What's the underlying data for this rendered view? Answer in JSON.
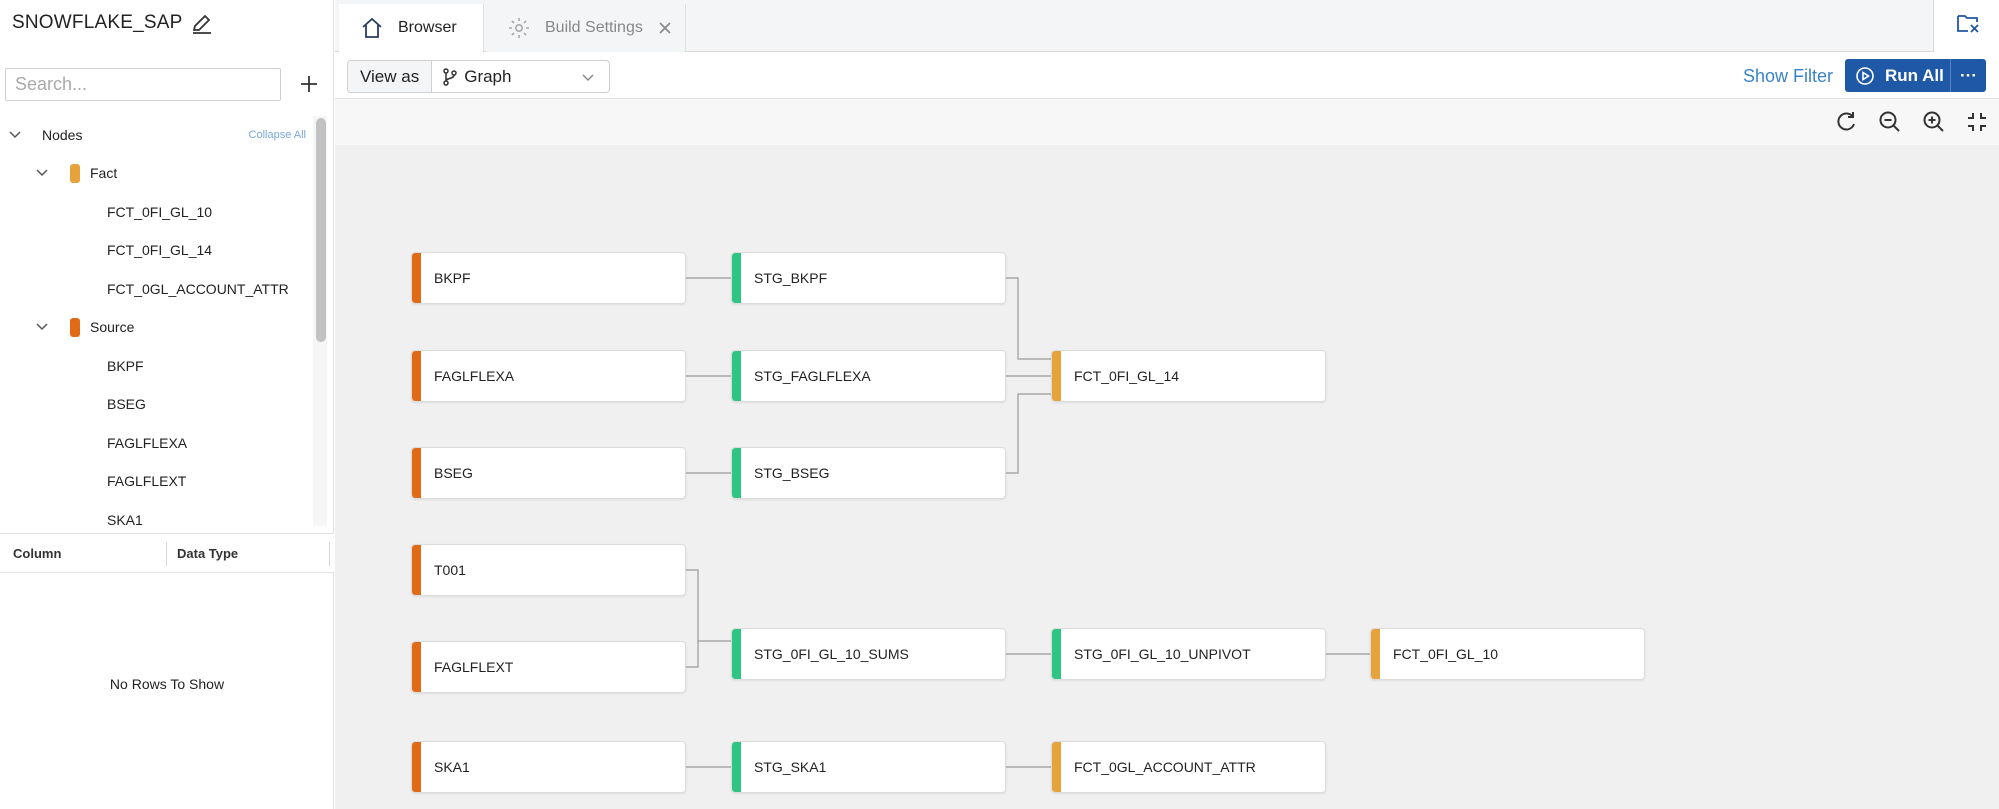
{
  "project": {
    "title": "SNOWFLAKE_SAP"
  },
  "search": {
    "placeholder": "Search..."
  },
  "tree": {
    "root_label": "Nodes",
    "collapse_all": "Collapse All",
    "fact_label": "Fact",
    "fact_items": [
      "FCT_0FI_GL_10",
      "FCT_0FI_GL_14",
      "FCT_0GL_ACCOUNT_ATTR"
    ],
    "source_label": "Source",
    "source_items": [
      "BKPF",
      "BSEG",
      "FAGLFLEXA",
      "FAGLFLEXT",
      "SKA1"
    ]
  },
  "columns": {
    "col1": "Column",
    "col2": "Data Type",
    "empty": "No Rows To Show"
  },
  "tabs": [
    {
      "label": "Browser",
      "icon": "home-icon"
    },
    {
      "label": "Build Settings",
      "icon": "gear-icon"
    }
  ],
  "toolbar": {
    "view_as_label": "View as",
    "view_as_value": "Graph",
    "show_filter": "Show Filter",
    "run_all": "Run All",
    "more": "···"
  },
  "colors": {
    "source": "#e16a17",
    "stage": "#2ec582",
    "fact": "#e6a33c",
    "primary": "#1f58a6",
    "link": "#3b83c9"
  },
  "graph": {
    "nodes": [
      {
        "id": "bkpf",
        "label": "BKPF",
        "kind": "source"
      },
      {
        "id": "faglflexa",
        "label": "FAGLFLEXA",
        "kind": "source"
      },
      {
        "id": "bseg",
        "label": "BSEG",
        "kind": "source"
      },
      {
        "id": "t001",
        "label": "T001",
        "kind": "source"
      },
      {
        "id": "faglflext",
        "label": "FAGLFLEXT",
        "kind": "source"
      },
      {
        "id": "ska1",
        "label": "SKA1",
        "kind": "source"
      },
      {
        "id": "stg_bkpf",
        "label": "STG_BKPF",
        "kind": "stage"
      },
      {
        "id": "stg_faglflexa",
        "label": "STG_FAGLFLEXA",
        "kind": "stage"
      },
      {
        "id": "stg_bseg",
        "label": "STG_BSEG",
        "kind": "stage"
      },
      {
        "id": "stg_sums",
        "label": "STG_0FI_GL_10_SUMS",
        "kind": "stage"
      },
      {
        "id": "stg_ska1",
        "label": "STG_SKA1",
        "kind": "stage"
      },
      {
        "id": "fct14",
        "label": "FCT_0FI_GL_14",
        "kind": "fact"
      },
      {
        "id": "stg_unpivot",
        "label": "STG_0FI_GL_10_UNPIVOT",
        "kind": "stage"
      },
      {
        "id": "fct_attr",
        "label": "FCT_0GL_ACCOUNT_ATTR",
        "kind": "fact"
      },
      {
        "id": "fct10",
        "label": "FCT_0FI_GL_10",
        "kind": "fact"
      }
    ]
  }
}
